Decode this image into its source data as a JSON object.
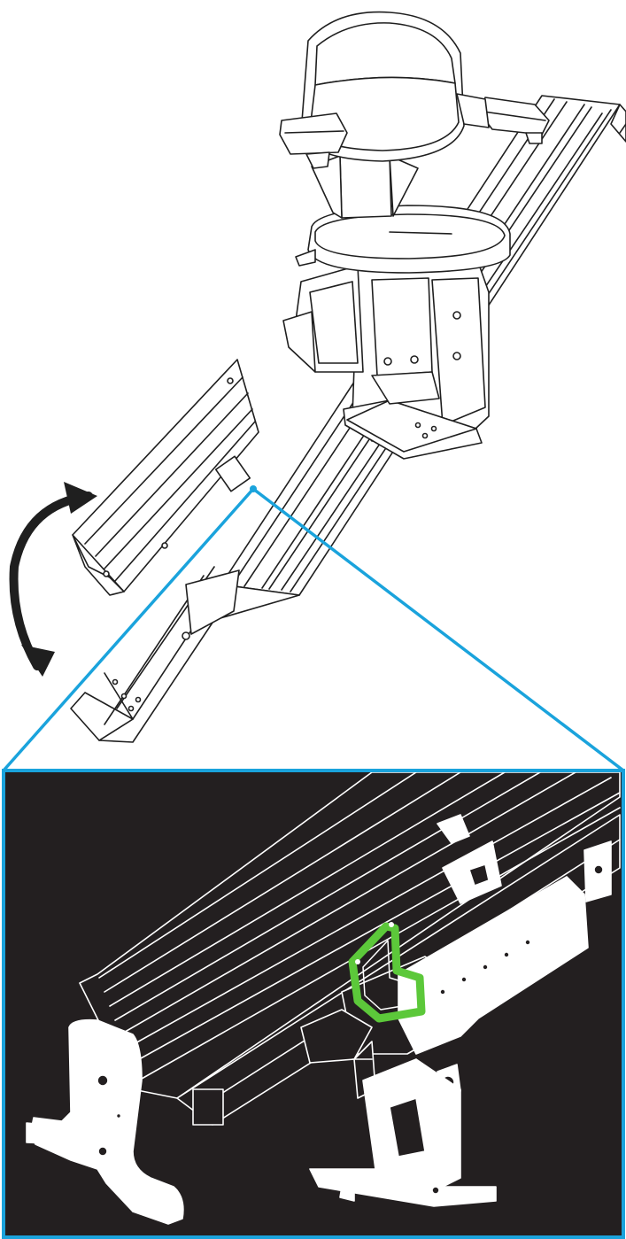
{
  "diagram": {
    "components": [
      {
        "id": "stairlift-overview",
        "icon": "stairlift-chair-on-rail-illustration"
      },
      {
        "id": "hinge-rotation-arrow",
        "icon": "double-headed-curved-arrow"
      },
      {
        "id": "detail-callout",
        "icon": "zoom-callout-lines"
      },
      {
        "id": "hinge-detail",
        "icon": "rail-hinge-closeup-illustration"
      },
      {
        "id": "highlighted-part",
        "icon": "hinge-latch-bracket"
      }
    ],
    "colors": {
      "line_art": "#1f1f1f",
      "callout": "#1aa3dc",
      "detail_background": "#231f20",
      "detail_line_art": "#ffffff",
      "highlight": "#5cc83a",
      "arrow": "#1f1f1f"
    }
  }
}
